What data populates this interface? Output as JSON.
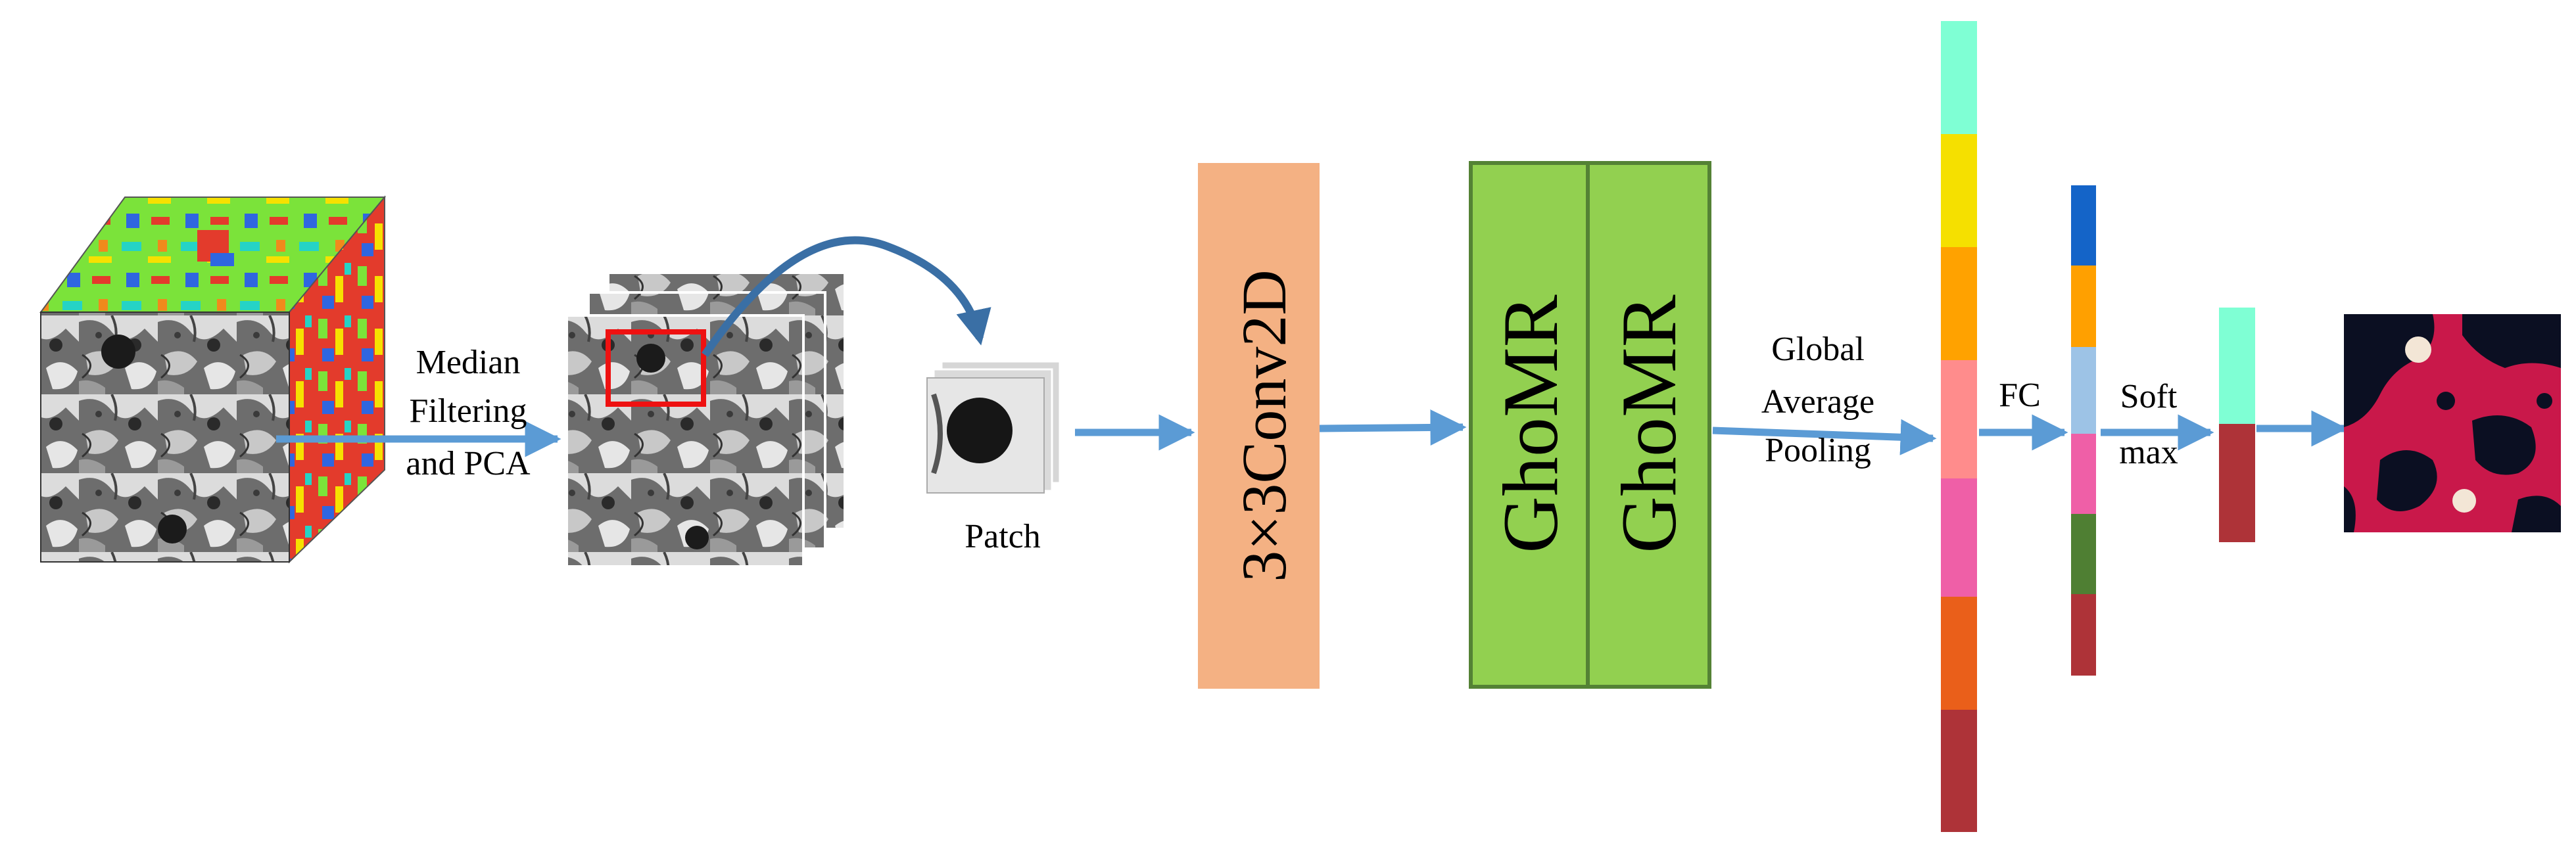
{
  "labels": {
    "preprocess_line1": "Median",
    "preprocess_line2": "Filtering",
    "preprocess_line3": "and PCA",
    "patch": "Patch",
    "conv": "3×3Conv2D",
    "ghomr_1": "GhoMR",
    "ghomr_2": "GhoMR",
    "gap_line1": "Global",
    "gap_line2": "Average",
    "gap_line3": "Pooling",
    "fc": "FC",
    "softmax_line1": "Soft",
    "softmax_line2": "max"
  },
  "colors": {
    "arrow": "#5b9bd5",
    "curved_arrow": "#3a6fa5",
    "conv_fill": "#f4b183",
    "ghomr_fill": "#92d050",
    "ghomr_border": "#548235",
    "patch_highlight": "#ee1111",
    "gap_vector": [
      "#7fffd4",
      "#f5e000",
      "#ffa200",
      "#ff8c8c",
      "#ef5fa7",
      "#ea5f1a",
      "#ae3338"
    ],
    "fc_vector": [
      "#1464c8",
      "#ffa000",
      "#9dc3e6",
      "#ef5fa7",
      "#4f7f33",
      "#ae3338"
    ],
    "softmax_vector": [
      "#7fffd4",
      "#ae3338"
    ],
    "output_map": [
      "#c9184a",
      "#0b0f22",
      "#f3e6d6"
    ]
  },
  "icons": {
    "input_cube": "hyperspectral-cube-icon",
    "pca_stack": "pca-band-stack-icon",
    "patch": "patch-icon",
    "output_map": "classification-map-icon"
  }
}
